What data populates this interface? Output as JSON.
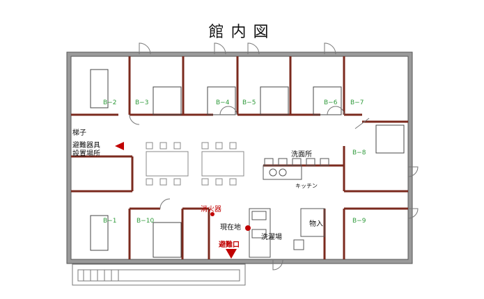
{
  "title": "館内図",
  "rooms": [
    {
      "id": "b2",
      "label": "B−2"
    },
    {
      "id": "b3",
      "label": "B−3"
    },
    {
      "id": "b4",
      "label": "B−4"
    },
    {
      "id": "b5",
      "label": "B−5"
    },
    {
      "id": "b6",
      "label": "B−6"
    },
    {
      "id": "b7",
      "label": "B−7"
    },
    {
      "id": "b8",
      "label": "B−8"
    },
    {
      "id": "b1",
      "label": "B−1"
    },
    {
      "id": "b10",
      "label": "B−10"
    },
    {
      "id": "b9",
      "label": "B−9"
    }
  ],
  "labels": {
    "stairs": "梯子",
    "evac_equipment_1": "避難器具",
    "evac_equipment_2": "設置場所",
    "washroom": "洗面所",
    "kitchen": "キッチン",
    "extinguisher": "消火器",
    "current_location": "現在地",
    "exit": "避難口",
    "laundry": "洗濯場",
    "storage": "物入"
  },
  "colors": {
    "wall": "#9a9a9a",
    "partition": "#7b2a1e",
    "room_label": "#2e9a3a",
    "alert": "#c00000"
  }
}
